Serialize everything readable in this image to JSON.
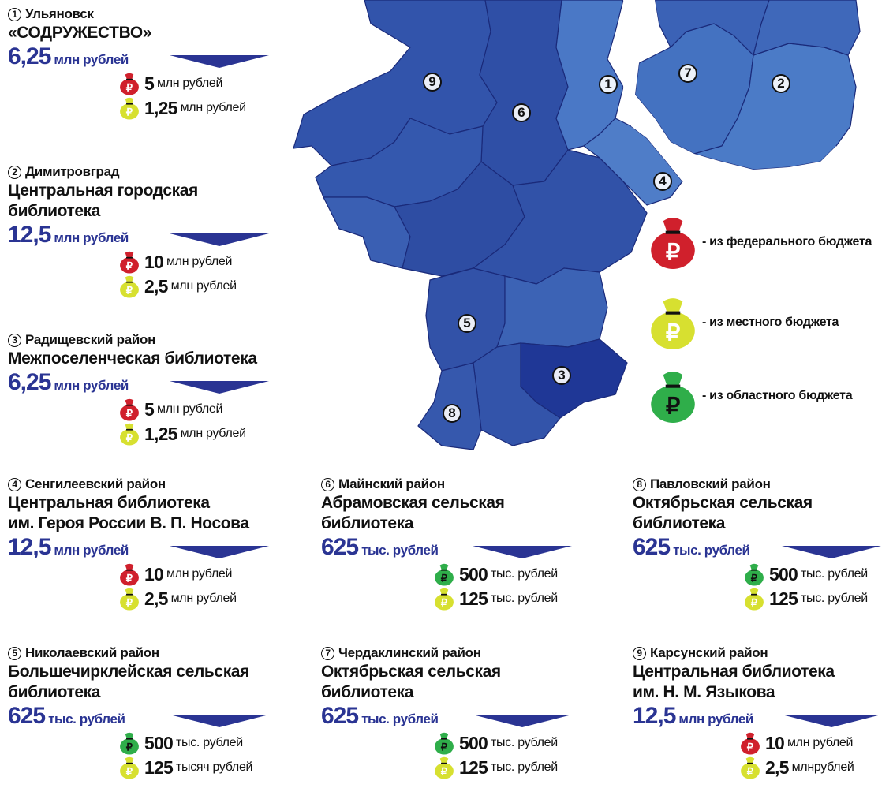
{
  "colors": {
    "region_blue": "#2f4fa6",
    "region_dark": "#1f3796",
    "region_light": "#4877c5",
    "total_text": "#2a3493",
    "bag_federal": "#d0202c",
    "bag_local": "#d7e030",
    "bag_regional": "#2fae4a"
  },
  "legend": [
    {
      "icon": "red-money-bag-icon",
      "label": "- из федерального бюджета"
    },
    {
      "icon": "yellow-money-bag-icon",
      "label": "- из местного бюджета"
    },
    {
      "icon": "green-money-bag-icon",
      "label": "- из областного бюджета"
    }
  ],
  "entries": [
    {
      "num": "1",
      "place": "Ульяновск",
      "title": "«СОДРУЖЕСТВО»",
      "total_value": "6,25",
      "total_unit": "млн рублей",
      "sub": [
        {
          "source": "federal",
          "value": "5",
          "unit": "млн рублей"
        },
        {
          "source": "local",
          "value": "1,25",
          "unit": "млн рублей"
        }
      ]
    },
    {
      "num": "2",
      "place": "Димитровград",
      "title": "Центральная городская\nбиблиотека",
      "total_value": "12,5",
      "total_unit": "млн рублей",
      "sub": [
        {
          "source": "federal",
          "value": "10",
          "unit": "млн рублей"
        },
        {
          "source": "local",
          "value": "2,5",
          "unit": "млн рублей"
        }
      ]
    },
    {
      "num": "3",
      "place": "Радищевский район",
      "title": "Межпоселенческая библиотека",
      "total_value": "6,25",
      "total_unit": "млн рублей",
      "sub": [
        {
          "source": "federal",
          "value": "5",
          "unit": "млн рублей"
        },
        {
          "source": "local",
          "value": "1,25",
          "unit": "млн рублей"
        }
      ]
    },
    {
      "num": "4",
      "place": "Сенгилеевский район",
      "title": "Центральная библиотека\nим. Героя России В. П. Носова",
      "total_value": "12,5",
      "total_unit": "млн рублей",
      "sub": [
        {
          "source": "federal",
          "value": "10",
          "unit": "млн рублей"
        },
        {
          "source": "local",
          "value": "2,5",
          "unit": "млн рублей"
        }
      ]
    },
    {
      "num": "5",
      "place": "Николаевский район",
      "title": "Большечирклейская сельская\nбиблиотека",
      "total_value": "625",
      "total_unit": "тыс. рублей",
      "sub": [
        {
          "source": "regional",
          "value": "500",
          "unit": "тыс. рублей"
        },
        {
          "source": "local",
          "value": "125",
          "unit": "тысяч рублей"
        }
      ]
    },
    {
      "num": "6",
      "place": "Майнский район",
      "title": "Абрамовская сельская\nбиблиотека",
      "total_value": "625",
      "total_unit": "тыс. рублей",
      "sub": [
        {
          "source": "regional",
          "value": "500",
          "unit": "тыс. рублей"
        },
        {
          "source": "local",
          "value": "125",
          "unit": "тыс. рублей"
        }
      ]
    },
    {
      "num": "7",
      "place": "Чердаклинский район",
      "title": "Октябрьская сельская\nбиблиотека",
      "total_value": "625",
      "total_unit": "тыс. рублей",
      "sub": [
        {
          "source": "regional",
          "value": "500",
          "unit": "тыс. рублей"
        },
        {
          "source": "local",
          "value": "125",
          "unit": "тыс. рублей"
        }
      ]
    },
    {
      "num": "8",
      "place": "Павловский район",
      "title": "Октябрьская сельская\nбиблиотека",
      "total_value": "625",
      "total_unit": "тыс. рублей",
      "sub": [
        {
          "source": "regional",
          "value": "500",
          "unit": "тыс. рублей"
        },
        {
          "source": "local",
          "value": "125",
          "unit": "тыс. рублей"
        }
      ]
    },
    {
      "num": "9",
      "place": "Карсунский район",
      "title": "Центральная библиотека\nим. Н. М. Языкова",
      "total_value": "12,5",
      "total_unit": "млн рублей",
      "sub": [
        {
          "source": "federal",
          "value": "10",
          "unit": "млн рублей"
        },
        {
          "source": "local",
          "value": "2,5",
          "unit": "млнрублей"
        }
      ]
    }
  ],
  "map_labels": [
    "1",
    "2",
    "3",
    "4",
    "5",
    "6",
    "7",
    "8",
    "9"
  ]
}
